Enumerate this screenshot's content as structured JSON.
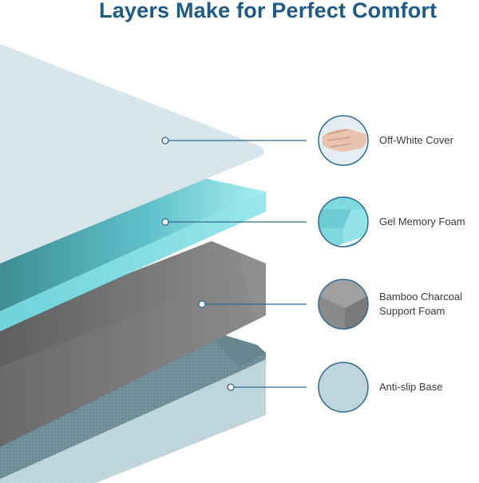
{
  "title": "Layers Make for Perfect Comfort",
  "colors": {
    "title": "#1d5a88",
    "leader_line": "#2f6b8f",
    "cover": "#dbe9ee",
    "gel_foam": "#7fdde3",
    "charcoal_foam": "#8a8a8a",
    "base": "#a9c6cf"
  },
  "layers": [
    {
      "label": "Off-White Cover",
      "icon": "hand-press-icon"
    },
    {
      "label": "Gel Memory Foam",
      "icon": "gel-foam-swatch-icon"
    },
    {
      "label": "Bamboo Charcoal Support Foam",
      "label_lines": [
        "Bamboo Charcoal",
        "Support Foam"
      ],
      "icon": "charcoal-foam-swatch-icon"
    },
    {
      "label": "Anti-slip Base",
      "icon": "anti-slip-fabric-swatch-icon"
    }
  ]
}
